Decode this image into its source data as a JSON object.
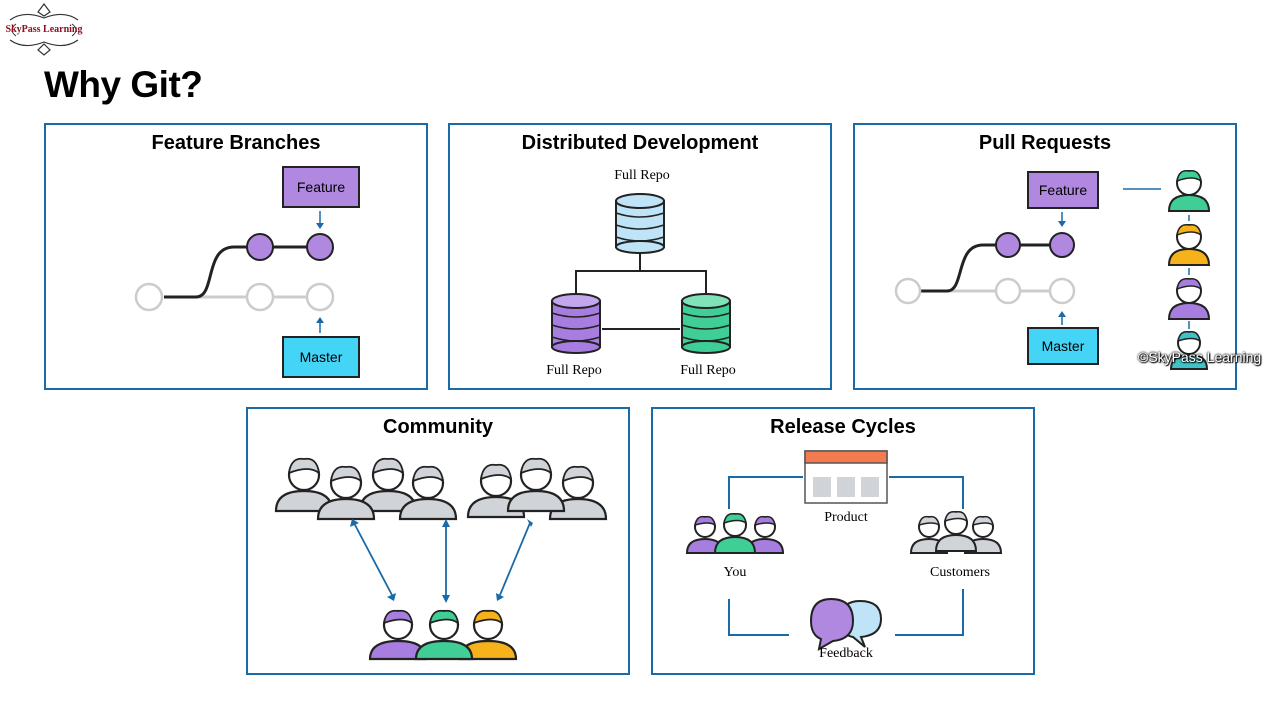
{
  "brand": {
    "logo_text": "SkyPass Learning",
    "watermark": "©SkyPass Learning"
  },
  "page": {
    "title": "Why Git?"
  },
  "colors": {
    "panel_border": "#1b6aa8",
    "feature_purple": "#b088e0",
    "master_cyan": "#44d4f5",
    "db_blue": "#bfe3f7",
    "db_purple": "#a77de0",
    "db_green": "#3fcf96",
    "person_gray": "#d0d3d8",
    "person_green": "#3fcf96",
    "person_orange": "#f5b21a",
    "product_orange": "#f47a50",
    "arrow_blue": "#1b6aa8"
  },
  "panels": {
    "feature_branches": {
      "title": "Feature Branches",
      "feature_label": "Feature",
      "master_label": "Master"
    },
    "distributed": {
      "title": "Distributed Development",
      "top_label": "Full Repo",
      "left_label": "Full Repo",
      "right_label": "Full Repo"
    },
    "pull_requests": {
      "title": "Pull Requests",
      "feature_label": "Feature",
      "master_label": "Master"
    },
    "community": {
      "title": "Community"
    },
    "release_cycles": {
      "title": "Release Cycles",
      "product_label": "Product",
      "you_label": "You",
      "customers_label": "Customers",
      "feedback_label": "Feedback"
    }
  }
}
